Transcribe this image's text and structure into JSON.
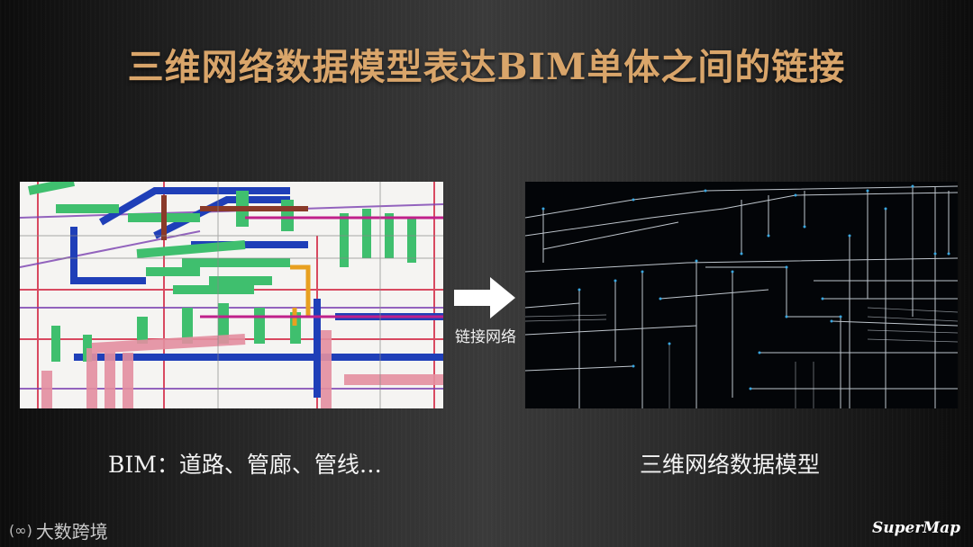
{
  "slide": {
    "title": "三维网络数据模型表达BIM单体之间的链接",
    "arrow_label": "链接网络",
    "caption_left": "BIM：道路、管廊、管线…",
    "caption_right": "三维网络数据模型",
    "watermark_logo": "(∞)",
    "watermark_text": "大数跨境",
    "brand": "SuperMap"
  },
  "colors": {
    "title": "#d9a56a",
    "bim_green": "#3fbf6e",
    "bim_blue": "#1f3fb8",
    "bim_pink": "#e48fa0",
    "bim_red": "#d21f3c",
    "bim_orange": "#e8a020",
    "network_line": "#dfe7ef",
    "network_node": "#3aa7e0"
  },
  "icons": {
    "arrow": "right-arrow-icon"
  }
}
